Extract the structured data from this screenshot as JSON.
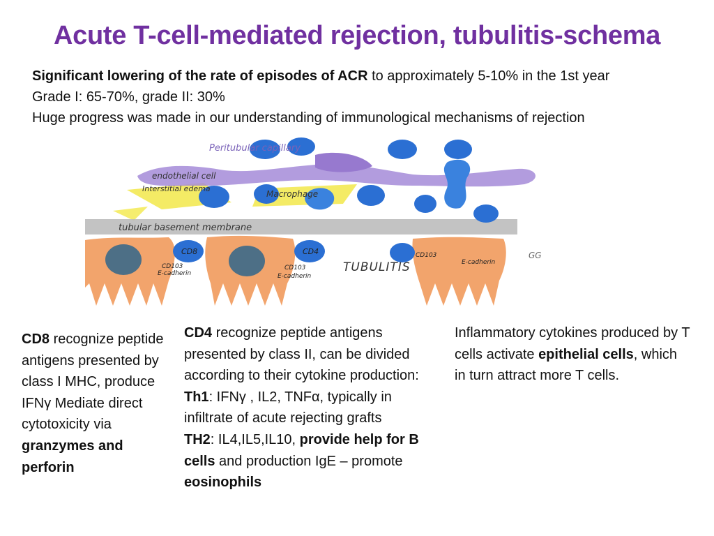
{
  "title": "Acute T-cell-mediated rejection, tubulitis-schema",
  "intro": {
    "line1_bold": "Significant lowering of the rate of episodes of ACR",
    "line1_rest": " to approximately 5-10% in the 1st year",
    "line2": "Grade I: 65-70%, grade II: 30%",
    "line3": "Huge progress was made in our understanding of immunological mechanisms of rejection"
  },
  "drawing": {
    "labels": {
      "peritubular": "Peritubular capillary",
      "endothelial": "endothelial cell",
      "edema": "Interstitial edema",
      "macrophage": "Macrophage",
      "tbm": "tubular basement membrane",
      "cd8": "CD8",
      "cd4": "CD4",
      "cd103_a": "CD103",
      "ecad_a": "E-cadherin",
      "cd103_b": "CD103",
      "ecad_b": "E-cadherin",
      "cd103_c": "CD103",
      "ecad_c": "E-cadherin",
      "tubulitis": "TUBULITIS",
      "signature": "GG"
    },
    "colors": {
      "capillary": "#a48bd8",
      "edema": "#f2e84a",
      "membrane": "#b9b9b9",
      "tcell": "#2b6fd3",
      "epithelium": "#f2a46c",
      "nucleus": "#4d6f86"
    }
  },
  "col1": {
    "cd8": "CD8",
    "t1": " recognize peptide antigens presented by class I MHC, produce IFNγ Mediate direct cytotoxicity via ",
    "t2": "granzymes and perforin"
  },
  "col2": {
    "cd4": "CD4",
    "t1": " recognize peptide antigens presented by class II, can be divided according to their cytokine production:",
    "th1": "Th1",
    "th1_text": ": IFNγ , IL2, TNFα, typically in infiltrate of acute rejecting grafts",
    "th2": "TH2",
    "th2_text": ": IL4,IL5,IL10, ",
    "th2_bold": "provide help for B cells",
    "th2_text2": " and production IgE – promote ",
    "eos": "eosinophils"
  },
  "col3": {
    "t1": "Inflammatory cytokines produced by T cells activate ",
    "bold": "epithelial cells",
    "t2": ", which in turn attract more T cells."
  }
}
